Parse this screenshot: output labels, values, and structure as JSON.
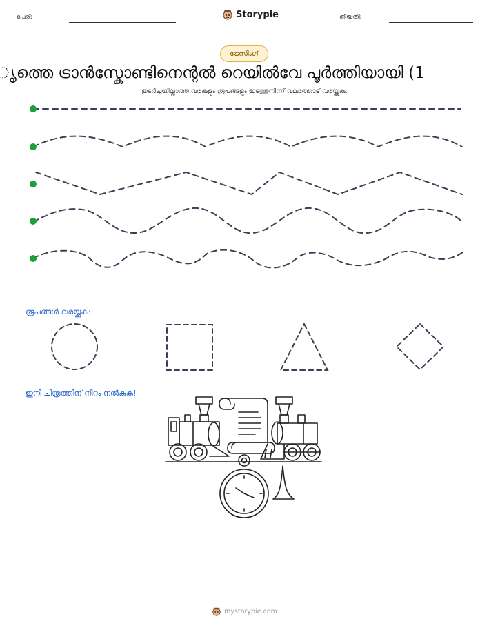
{
  "header": {
    "name_label": "പേര്:",
    "brand": "Storypie",
    "date_label": "തീയതി:"
  },
  "badge": "ട്രേസിംഗ്",
  "title": "ൃത്തെ ട്രാൻസ്കോണ്ടിനെന്റൽ റെയിൽവേ പൂർത്തിയായി (1",
  "subtitle": "തുടർച്ചയില്ലാത്ത വരകളും രൂപങ്ങളും ഇടത്തുനിന്ന് വലത്തോട്ട് വരയ്ക്കുക.",
  "tracing": {
    "dot_color": "#1e9e3e",
    "line_color": "#3b3f55",
    "rows": [
      "straight",
      "wave",
      "zigzag",
      "wave",
      "bumps"
    ]
  },
  "shapes": {
    "heading": "രൂപങ്ങൾ വരയ്ക്കുക:",
    "items": [
      "circle",
      "square",
      "triangle",
      "diamond"
    ]
  },
  "coloring": {
    "heading": "ഇനി ചിത്രത്തിന് നിറം നൽകുക!",
    "icons": [
      "steam-locomotive-icon",
      "scroll-icon",
      "pocket-watch-icon",
      "golden-spike-icon"
    ]
  },
  "footer": {
    "site": "mystorypie.com"
  }
}
